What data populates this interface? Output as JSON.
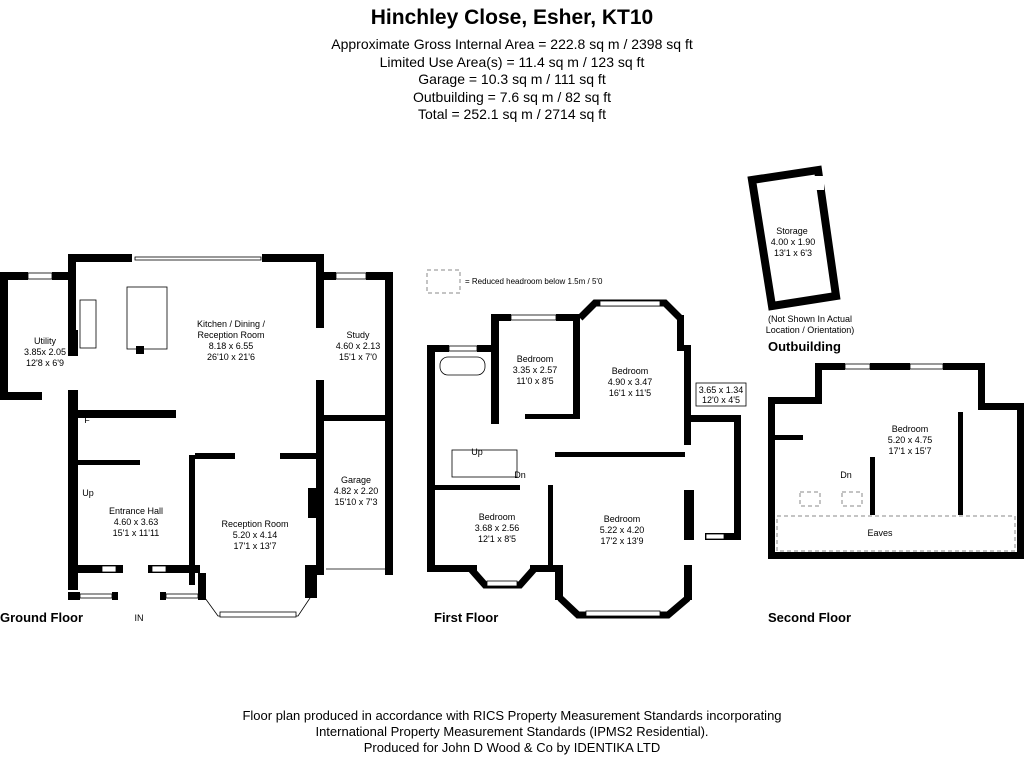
{
  "header": {
    "title": "Hinchley Close, Esher, KT10",
    "areas": [
      "Approximate Gross Internal Area = 222.8 sq m / 2398 sq ft",
      "Limited Use Area(s) = 11.4 sq m / 123 sq ft",
      "Garage = 10.3 sq m / 111 sq ft",
      "Outbuilding = 7.6 sq m / 82 sq ft",
      "Total = 252.1 sq m / 2714 sq ft"
    ]
  },
  "legend": {
    "text": "= Reduced headroom below 1.5m / 5'0"
  },
  "ground_floor": {
    "label": "Ground Floor",
    "entrance": "IN",
    "rooms": {
      "kitchen": {
        "name1": "Kitchen / Dining /",
        "name2": "Reception Room",
        "metric": "8.18 x 6.55",
        "imperial": "26'10 x 21'6"
      },
      "utility": {
        "name": "Utility",
        "metric": "3.85x 2.05",
        "imperial": "12'8 x 6'9"
      },
      "study": {
        "name": "Study",
        "metric": "4.60 x 2.13",
        "imperial": "15'1 x 7'0"
      },
      "garage": {
        "name": "Garage",
        "metric": "4.82 x 2.20",
        "imperial": "15'10 x 7'3"
      },
      "hall": {
        "name": "Entrance Hall",
        "metric": "4.60 x 3.63",
        "imperial": "15'1 x 11'11"
      },
      "reception": {
        "name": "Reception Room",
        "metric": "5.20 x 4.14",
        "imperial": "17'1 x 13'7"
      }
    },
    "fridge": "F",
    "stairs": "Up"
  },
  "first_floor": {
    "label": "First Floor",
    "rooms": {
      "bed1": {
        "name": "Bedroom",
        "metric": "3.35 x 2.57",
        "imperial": "11'0 x 8'5"
      },
      "bed2": {
        "name": "Bedroom",
        "metric": "4.90 x 3.47",
        "imperial": "16'1 x 11'5"
      },
      "closet": {
        "metric": "3.65 x 1.34",
        "imperial": "12'0 x 4'5"
      },
      "bed3": {
        "name": "Bedroom",
        "metric": "3.68 x 2.56",
        "imperial": "12'1 x 8'5"
      },
      "bed4": {
        "name": "Bedroom",
        "metric": "5.22 x 4.20",
        "imperial": "17'2 x 13'9"
      }
    },
    "stairs_up": "Up",
    "stairs_down": "Dn"
  },
  "outbuilding": {
    "label": "Outbuilding",
    "note1": "(Not Shown In Actual",
    "note2": "Location / Orientation)",
    "room": {
      "name": "Storage",
      "metric": "4.00 x 1.90",
      "imperial": "13'1 x 6'3"
    }
  },
  "second_floor": {
    "label": "Second Floor",
    "room": {
      "name": "Bedroom",
      "metric": "5.20 x 4.75",
      "imperial": "17'1 x 15'7"
    },
    "eaves": "Eaves",
    "stairs_down": "Dn"
  },
  "footer": {
    "lines": [
      "Floor plan produced in accordance with RICS Property Measurement Standards incorporating",
      "International Property Measurement Standards (IPMS2 Residential).",
      "Produced for John D Wood & Co by IDENTIKA LTD"
    ]
  }
}
